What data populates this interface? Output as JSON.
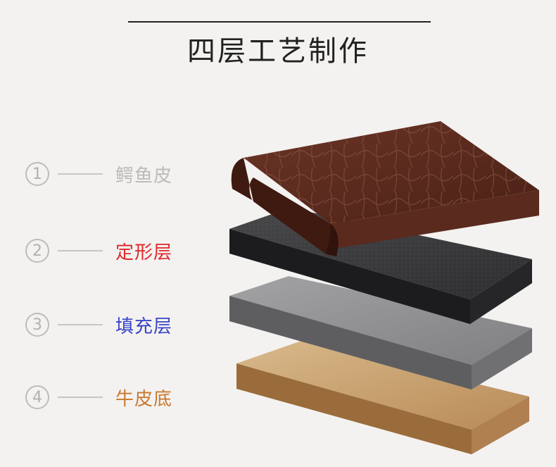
{
  "header": {
    "subtitle": "四层工艺制作"
  },
  "layers": [
    {
      "number": "1",
      "label": "鳄鱼皮",
      "label_color": "#bdbab6",
      "material": "crocodile-leather",
      "color": "#5a2a1e"
    },
    {
      "number": "2",
      "label": "定形层",
      "label_color": "#e0272a",
      "material": "shaping-layer",
      "color": "#3a3a3c"
    },
    {
      "number": "3",
      "label": "填充层",
      "label_color": "#3a45c8",
      "material": "filling-layer",
      "color": "#8c8c8e"
    },
    {
      "number": "4",
      "label": "牛皮底",
      "label_color": "#c9782e",
      "material": "cowhide-base",
      "color": "#c4a070"
    }
  ]
}
